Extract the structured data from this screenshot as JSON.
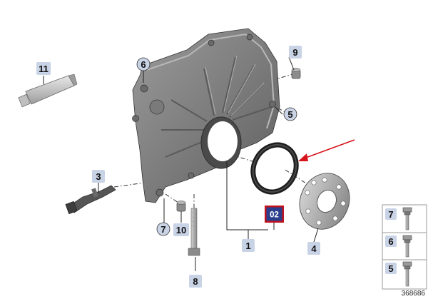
{
  "callouts": {
    "p1": "1",
    "p2": "02",
    "p3": "3",
    "p4": "4",
    "p5": "5",
    "p6": "6",
    "p7": "7",
    "p8": "8",
    "p9": "9",
    "p10": "10",
    "p11": "11"
  },
  "legend": {
    "item7": "7",
    "item6": "6",
    "item5": "5"
  },
  "diagram_number": "368686",
  "colors": {
    "highlight_box": "#2a3e8c",
    "highlight_border": "#c0121c",
    "arrow": "#d6121b",
    "tag": "#c9d3e6"
  },
  "icons": [
    "end-cover",
    "seal-ring",
    "sensor-wheel",
    "bolt",
    "sleeve",
    "sensor",
    "sealant-tube"
  ]
}
